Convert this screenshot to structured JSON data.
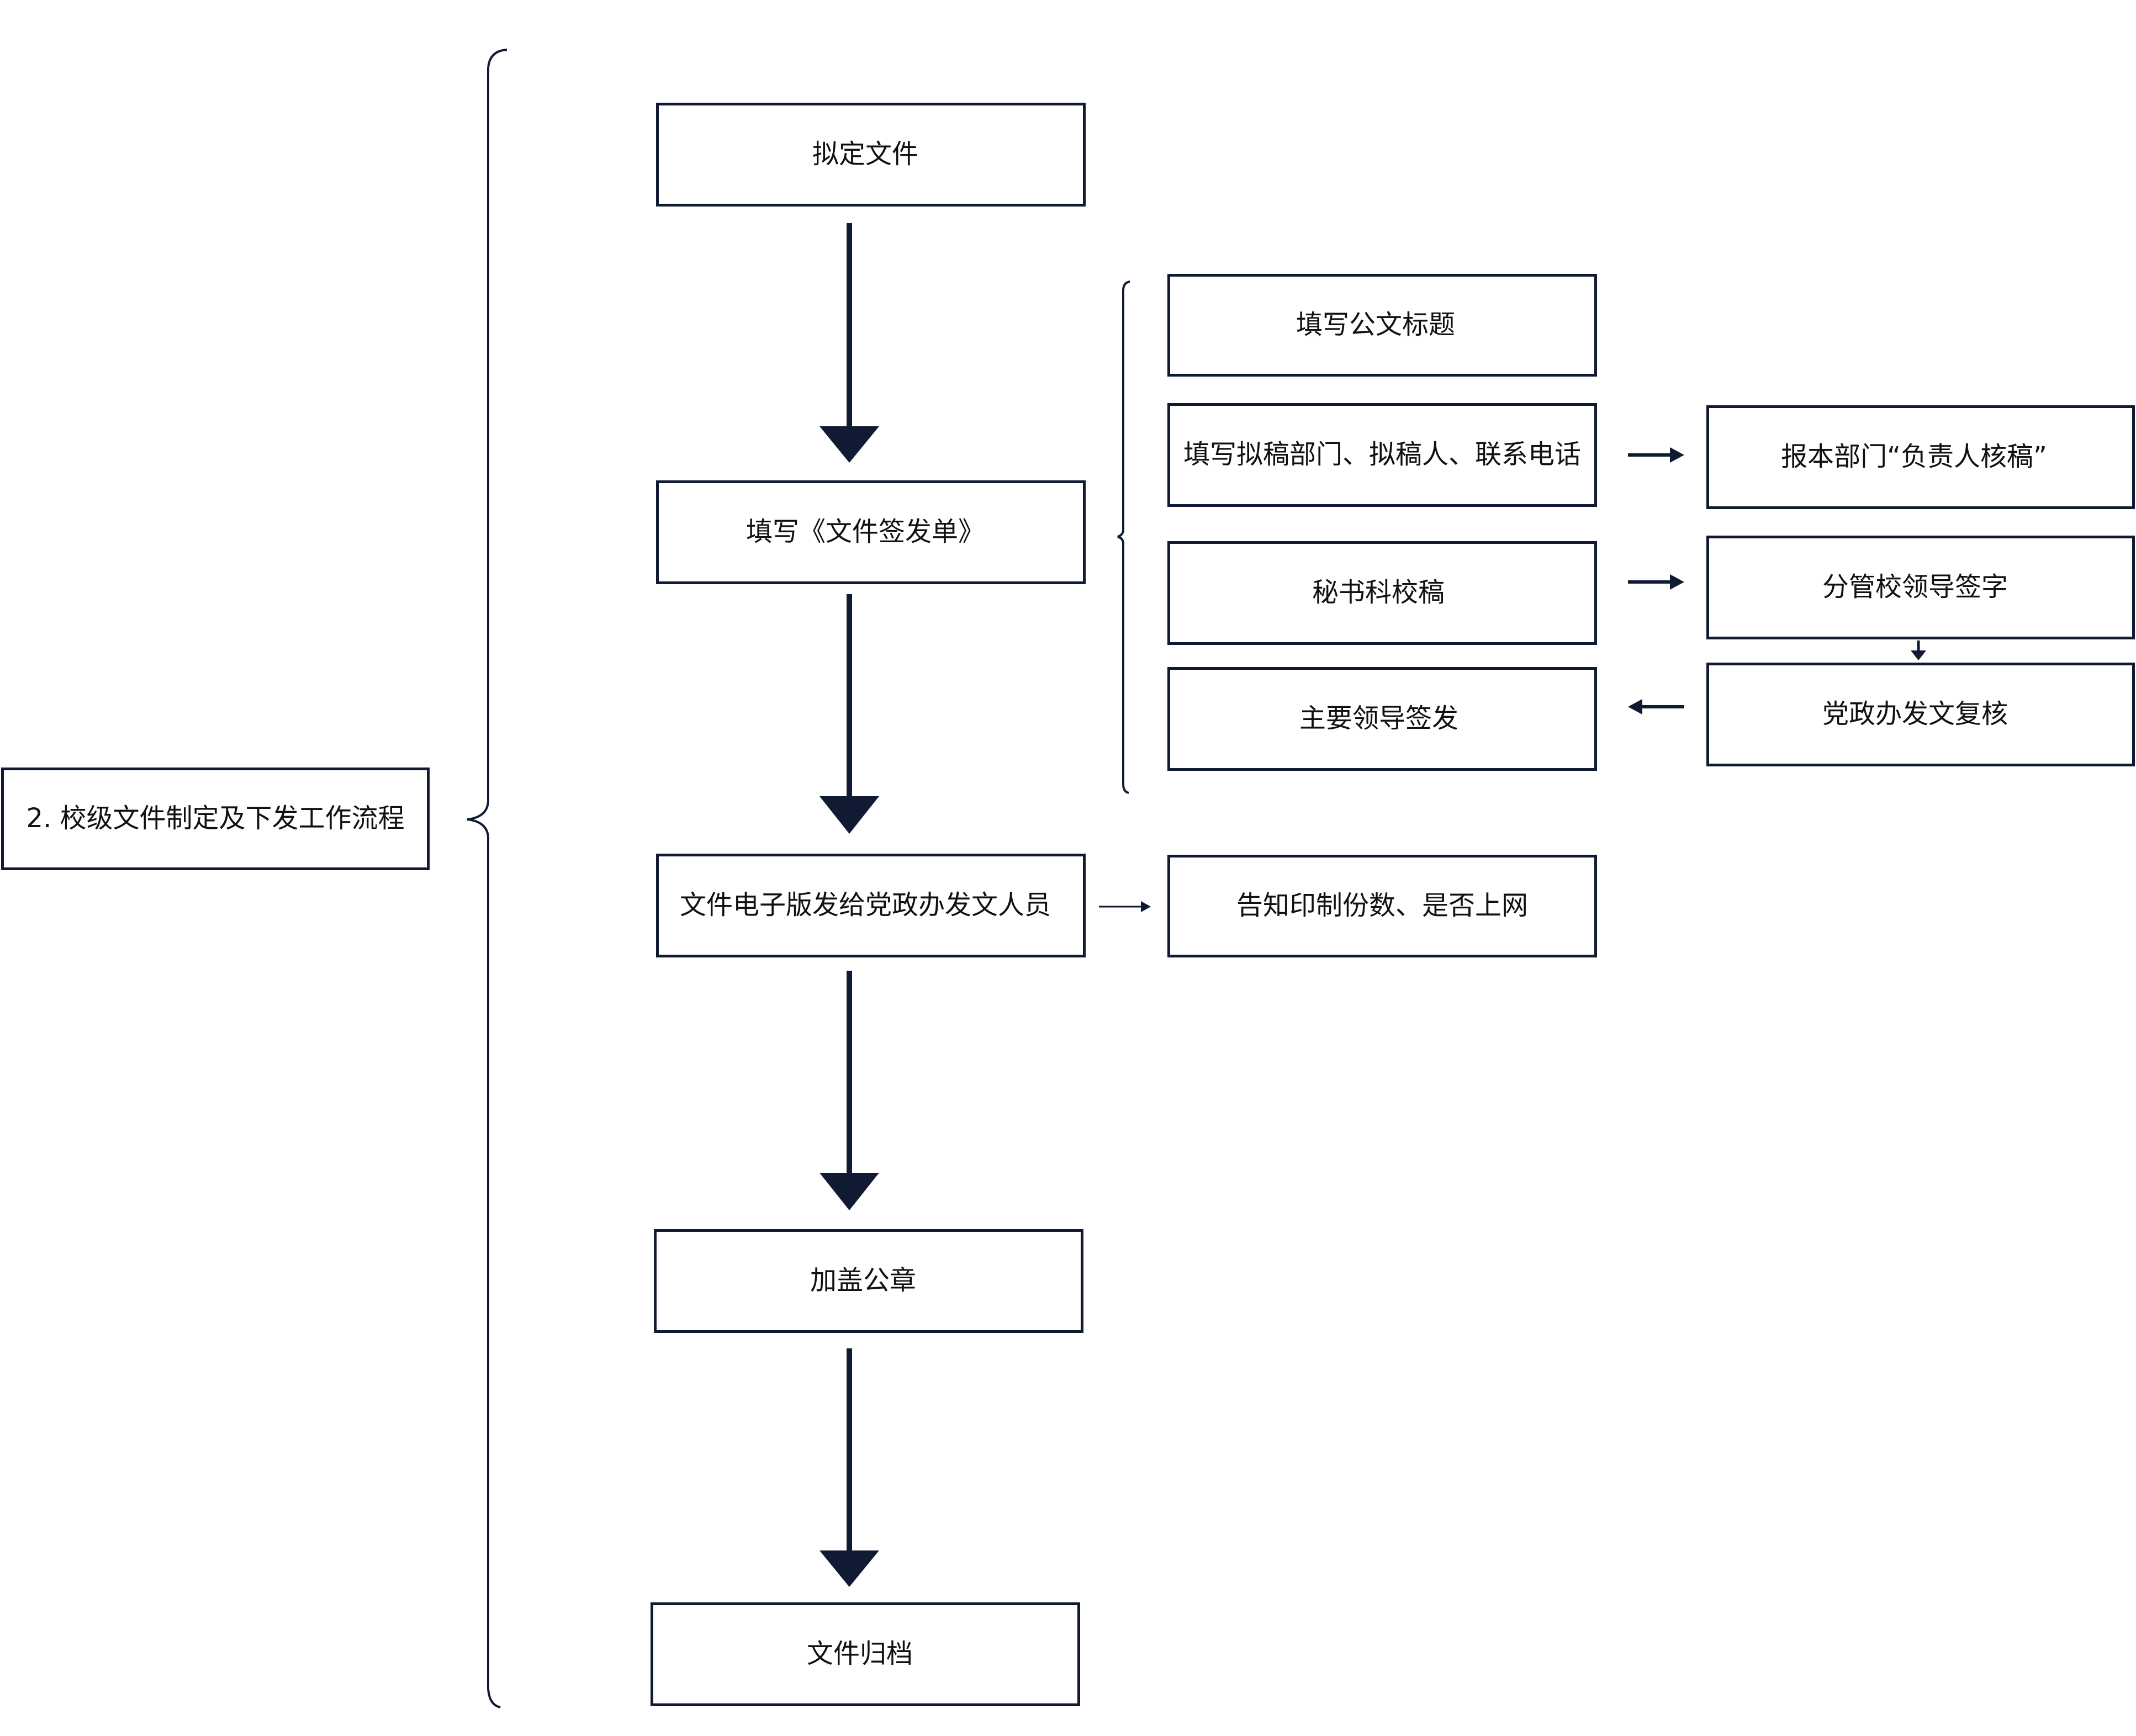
{
  "diagram": {
    "root": "2. 校级文件制定及下发工作流程",
    "main_steps": [
      "拟定文件",
      "填写《文件签发单》",
      "文件电子版发给党政办发文人员",
      "加盖公章",
      "文件归档"
    ],
    "form_substeps": {
      "title": "填写公文标题",
      "dept": "填写拟稿部门、拟稿人、联系电话",
      "proof": "秘书科校稿",
      "issue": "主要领导签发"
    },
    "approval_chain": {
      "review": "报本部门“负责人核稿”",
      "leader": "分管校领导签字",
      "recheck": "党政办发文复核"
    },
    "send_note": "告知印制份数、是否上网",
    "colors": {
      "line": "#111a33",
      "box_border": "#111a33",
      "background": "#ffffff"
    }
  }
}
